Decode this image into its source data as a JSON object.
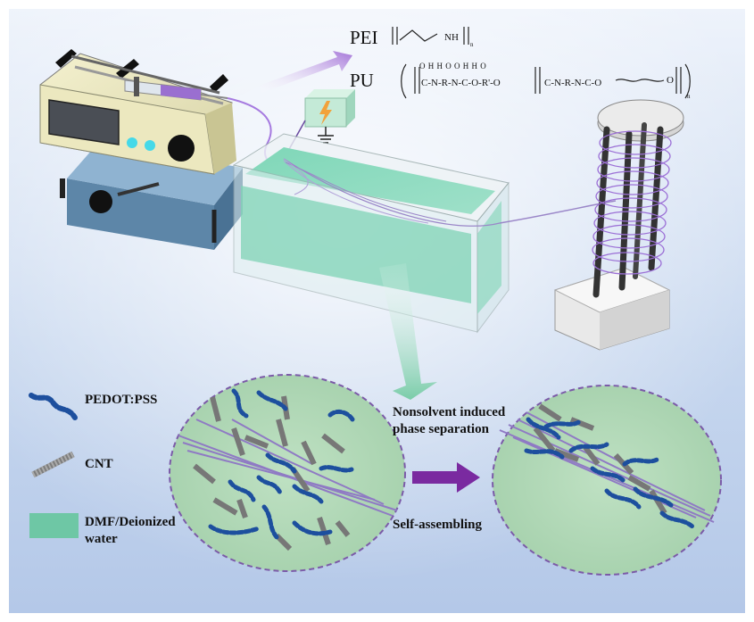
{
  "labels": {
    "pei": "PEI",
    "pu": "PU",
    "pedot": "PEDOT:PSS",
    "cnt": "CNT",
    "water": "DMF/Deionized water",
    "nips": "Nonsolvent induced phase separation",
    "self_assembling": "Self-assembling"
  },
  "chemistry": {
    "pei_unit": "NH",
    "pu_atoms_top": "O H     H O                    O H     H O",
    "pu_chain_1": "C-N-R-N-C-O-R'-O",
    "pu_chain_2": "C-N-R-N-C-O",
    "pu_end": "O",
    "subscript_n": "n"
  },
  "colors": {
    "background_top": "#e4ecf8",
    "background_bottom": "#b9cbe9",
    "water": "#8fd6bd",
    "circle_fill": "#a8d3b0",
    "circle_border": "#7b5aa8",
    "fiber": "#9a86c8",
    "pedot": "#1d4f9e",
    "cnt": "#7d7d7d",
    "arrow": "#7a2aa0",
    "high_voltage": "#f2a23a"
  }
}
